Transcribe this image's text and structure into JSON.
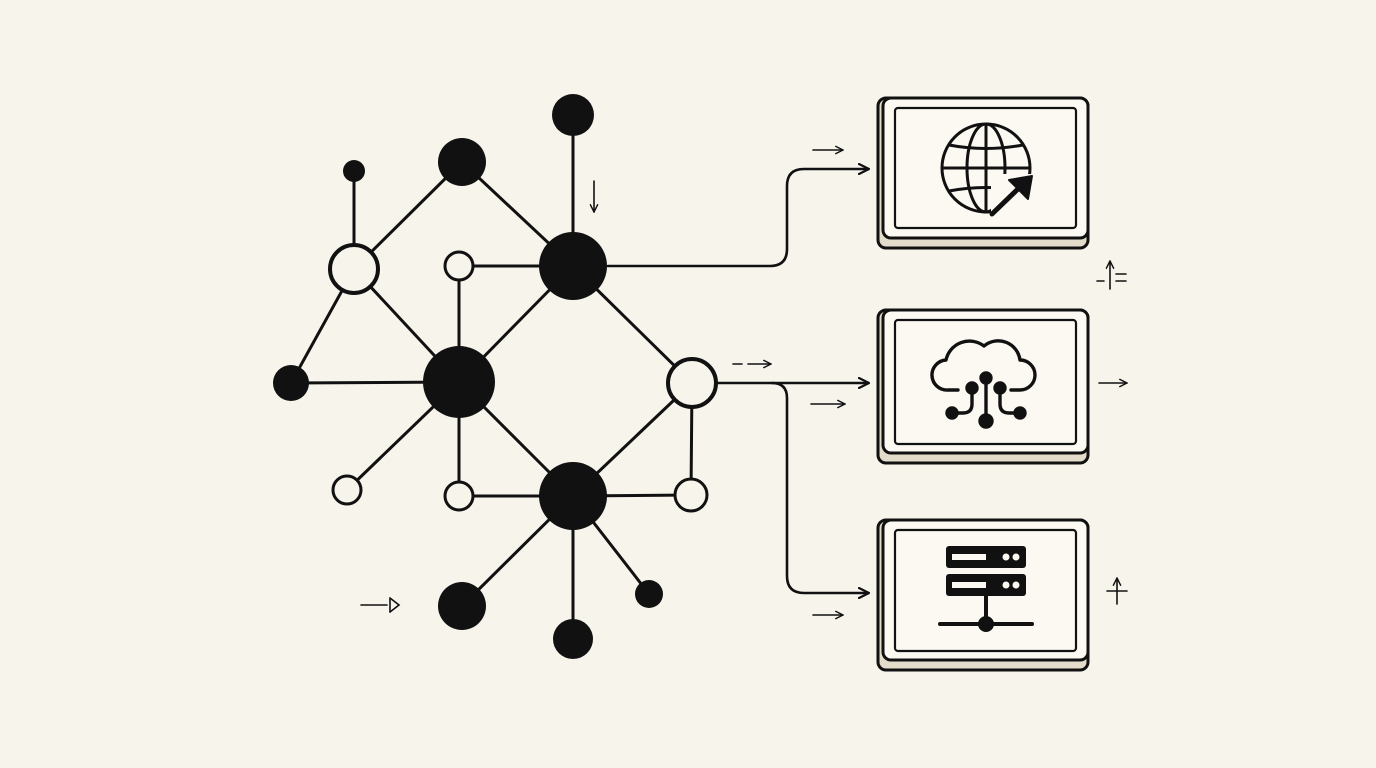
{
  "colors": {
    "background": "#f7f4ec",
    "ink": "#111111",
    "card_face": "#fbf9f2",
    "card_side": "#e4dccb"
  },
  "network": {
    "nodes": [
      {
        "id": "n1",
        "style": "filled"
      },
      {
        "id": "n2",
        "style": "filled"
      },
      {
        "id": "n3",
        "style": "filled"
      },
      {
        "id": "n4",
        "style": "hollow"
      },
      {
        "id": "n5",
        "style": "hollow"
      },
      {
        "id": "n6",
        "style": "filled"
      },
      {
        "id": "n7",
        "style": "filled"
      },
      {
        "id": "n8",
        "style": "filled"
      },
      {
        "id": "n9",
        "style": "hollow"
      },
      {
        "id": "n10",
        "style": "hollow"
      },
      {
        "id": "n11",
        "style": "hollow"
      },
      {
        "id": "n12",
        "style": "filled"
      },
      {
        "id": "n13",
        "style": "hollow"
      },
      {
        "id": "n14",
        "style": "filled"
      },
      {
        "id": "n15",
        "style": "filled"
      },
      {
        "id": "n16",
        "style": "filled"
      }
    ],
    "edges": [
      [
        "n1",
        "n4"
      ],
      [
        "n4",
        "n2"
      ],
      [
        "n2",
        "n6"
      ],
      [
        "n3",
        "n6"
      ],
      [
        "n5",
        "n6"
      ],
      [
        "n4",
        "n7"
      ],
      [
        "n4",
        "n8"
      ],
      [
        "n8",
        "n7"
      ],
      [
        "n7",
        "n6"
      ],
      [
        "n6",
        "n9"
      ],
      [
        "n5",
        "n10"
      ],
      [
        "n7",
        "n11"
      ],
      [
        "n10",
        "n12"
      ],
      [
        "n7",
        "n12"
      ],
      [
        "n9",
        "n12"
      ],
      [
        "n12",
        "n13"
      ],
      [
        "n9",
        "n13"
      ],
      [
        "n12",
        "n14"
      ],
      [
        "n12",
        "n16"
      ],
      [
        "n12",
        "n15"
      ]
    ]
  },
  "outputs": [
    {
      "id": "web",
      "icon": "globe-cursor-icon"
    },
    {
      "id": "cloud",
      "icon": "cloud-network-icon"
    },
    {
      "id": "servers",
      "icon": "server-stack-icon"
    }
  ],
  "annotation_arrows": [
    {
      "id": "a1",
      "direction": "right"
    },
    {
      "id": "a2",
      "direction": "down"
    },
    {
      "id": "a3",
      "direction": "up"
    },
    {
      "id": "a4",
      "direction": "right"
    },
    {
      "id": "a5",
      "direction": "right"
    },
    {
      "id": "a6",
      "direction": "right"
    },
    {
      "id": "a7",
      "direction": "right"
    },
    {
      "id": "a8",
      "direction": "up"
    },
    {
      "id": "a9",
      "direction": "right"
    }
  ]
}
